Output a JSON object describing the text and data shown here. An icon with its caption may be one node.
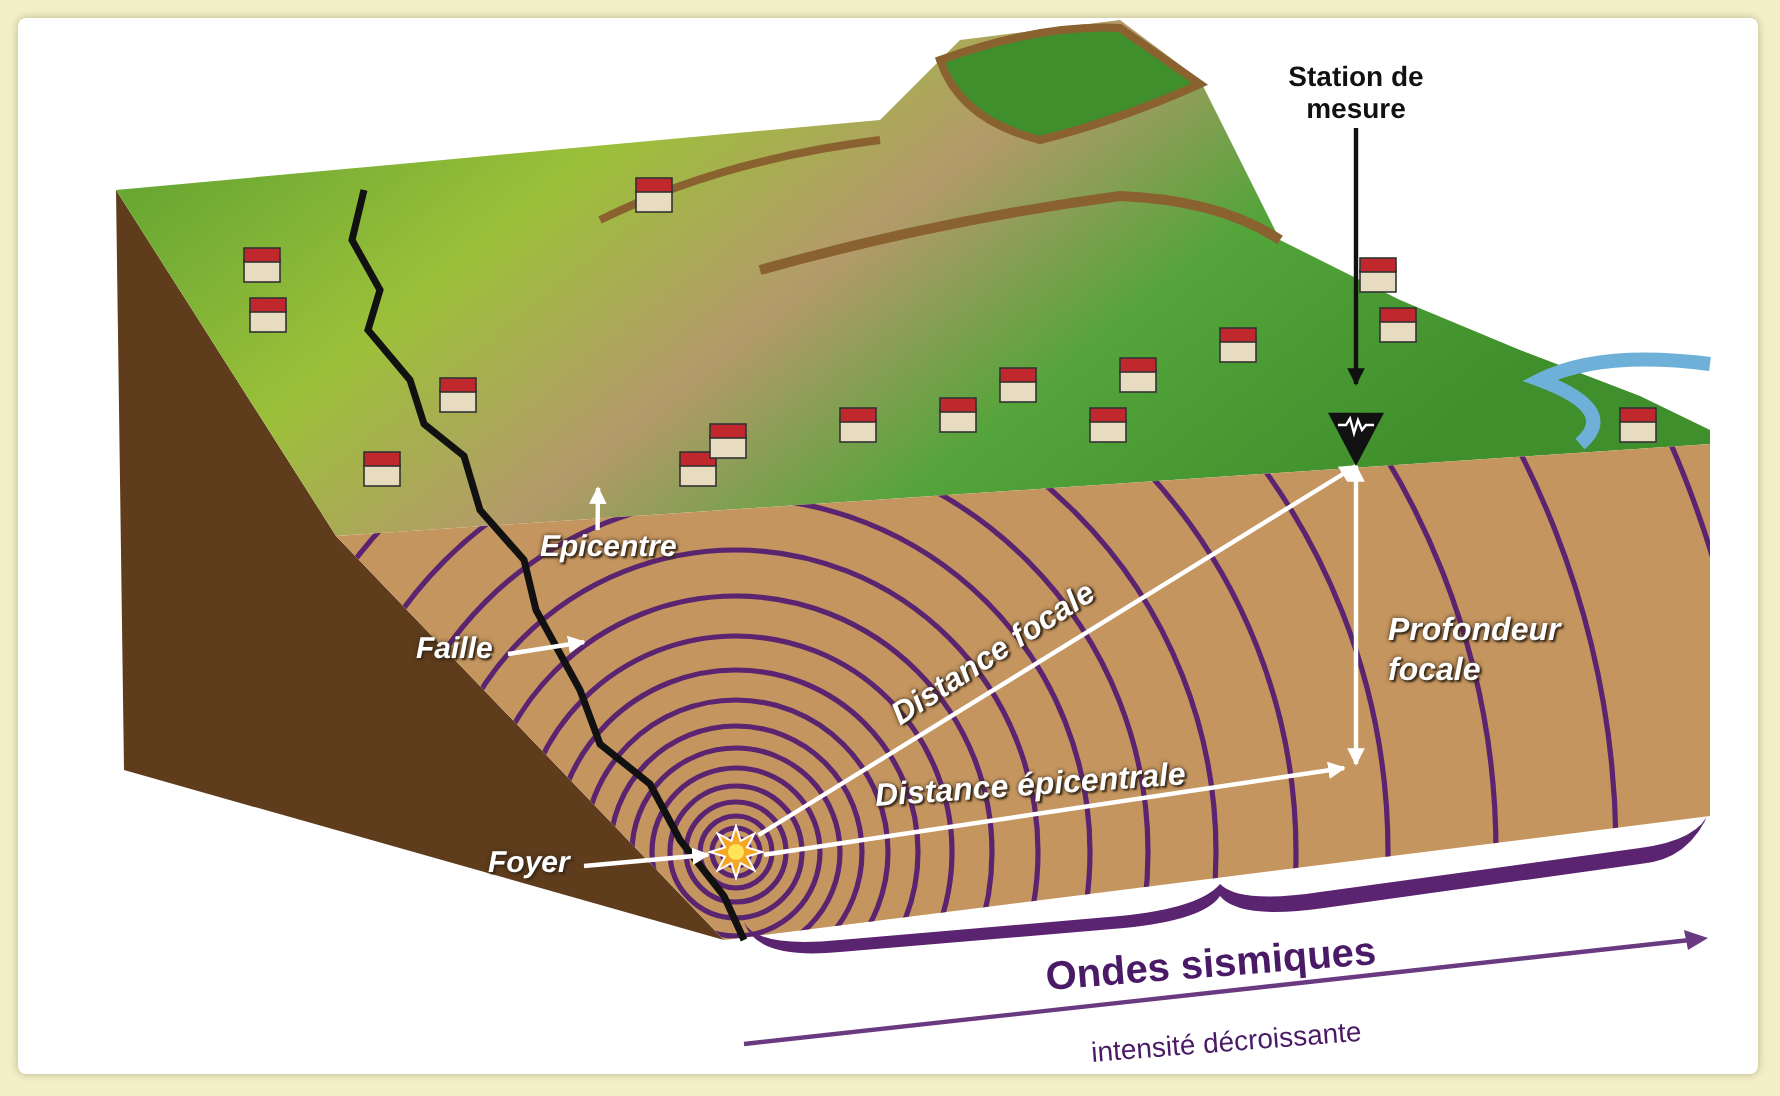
{
  "diagram": {
    "nodes": [
      {
        "text": [
          "Station de mesure"
        ]
      },
      {
        "text": [],
        "shape": "triangle"
      },
      {
        "text": [
          "Epicentre"
        ]
      },
      {
        "text": [
          "Faille"
        ]
      },
      {
        "text": [
          "Foyer"
        ]
      },
      {
        "text": [],
        "shape": "star"
      }
    ],
    "edges": [
      {
        "from": 0,
        "to": 1,
        "arrow": "to",
        "color": "#111111"
      },
      {
        "from": 2,
        "to": null,
        "arrow": "to"
      },
      {
        "from": 3,
        "to": null,
        "arrow": "to"
      },
      {
        "from": 4,
        "to": 5,
        "arrow": "to"
      },
      {
        "from": 5,
        "to": 1,
        "arrow": "to",
        "label": "Distance focale"
      },
      {
        "from": 1,
        "to": null,
        "arrow": "both",
        "label": "Profondeur focale"
      },
      {
        "from": 5,
        "to": null,
        "arrow": "to",
        "label": "Distance épicentrale"
      }
    ],
    "labels": [
      "Ondes sismiques",
      "intensité décroissante"
    ]
  }
}
